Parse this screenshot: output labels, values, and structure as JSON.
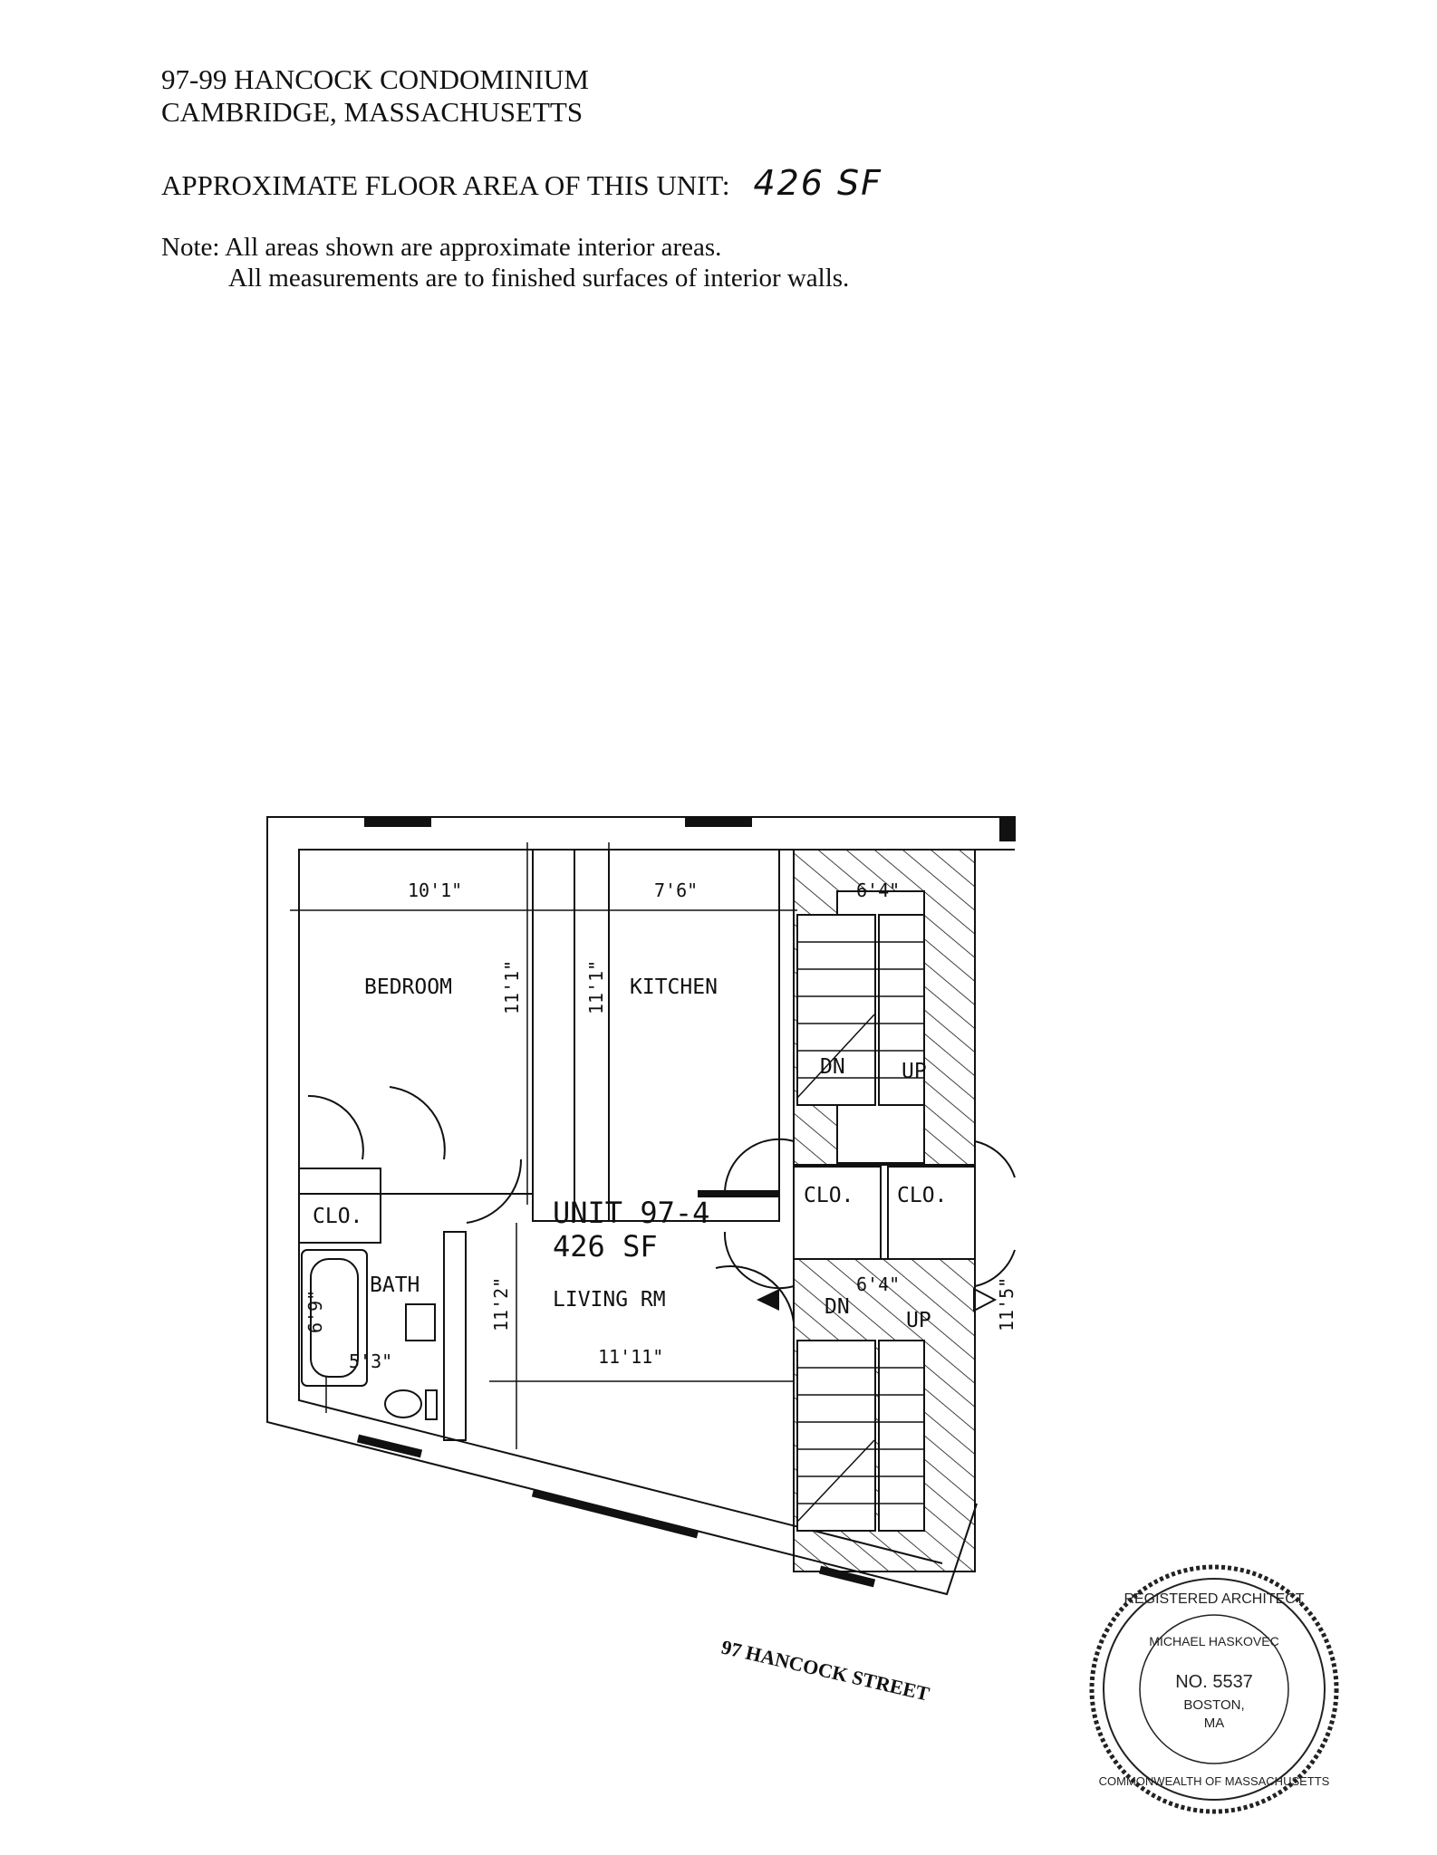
{
  "header": {
    "title_line1": "97-99 HANCOCK CONDOMINIUM",
    "title_line2": "CAMBRIDGE, MASSACHUSETTS",
    "area_label": "APPROXIMATE FLOOR AREA OF THIS UNIT:",
    "area_value_handwritten": "426 SF",
    "note_line1": "Note: All areas shown are approximate interior areas.",
    "note_line2": "All measurements are to finished surfaces of interior walls."
  },
  "plan": {
    "rooms": {
      "bedroom": "BEDROOM",
      "kitchen": "KITCHEN",
      "bath": "BATH",
      "closet": "CLO.",
      "living": "LIVING RM"
    },
    "unit_name": "UNIT 97-4",
    "unit_area": "426 SF",
    "dimensions": {
      "bedroom_width": "10'1\"",
      "bedroom_depth": "11'1\"",
      "kitchen_width": "7'6\"",
      "kitchen_depth": "11'1\"",
      "stair_upper_width": "6'4\"",
      "stair_lower_width": "6'4\"",
      "living_width": "11'11\"",
      "living_depth": "11'2\"",
      "bath_depth": "6'9\"",
      "bath_width": "5'3\"",
      "hall_depth": "11'5\""
    },
    "stair_labels": {
      "down": "DN",
      "up": "UP"
    },
    "street": "97 HANCOCK STREET"
  },
  "seal": {
    "ring_top": "REGISTERED ARCHITECT",
    "name": "MICHAEL HASKOVEC",
    "number": "NO. 5537",
    "city": "BOSTON,",
    "state": "MA",
    "ring_bottom": "COMMONWEALTH OF MASSACHUSETTS"
  },
  "colors": {
    "ink": "#111111",
    "paper": "#ffffff"
  }
}
